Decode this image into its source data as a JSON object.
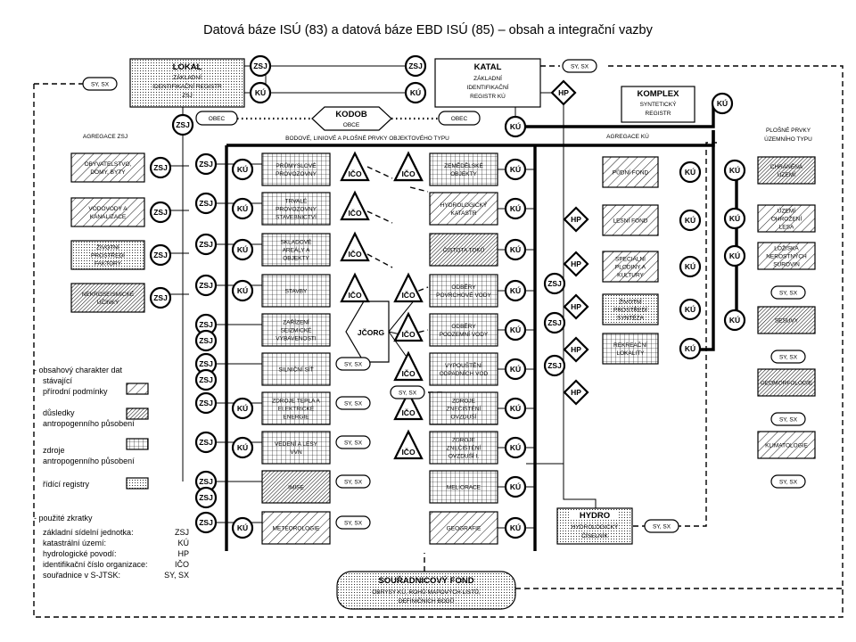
{
  "title": "Datová báze ISÚ (83) a datová báze EBD ISÚ (85) – obsah a integrační vazby",
  "registers": {
    "lokal": {
      "name": "LOKAL",
      "lines": [
        "ZÁKLADNÍ",
        "IDENTIFIKAČNÍ REGISTR",
        "ZSJ"
      ]
    },
    "katal": {
      "name": "KATAL",
      "lines": [
        "ZÁKLADNÍ",
        "IDENTIFIKAČNÍ",
        "REGISTR KÚ"
      ]
    },
    "komplex": {
      "name": "KOMPLEX",
      "lines": [
        "SYNTETICKÝ",
        "REGISTR"
      ]
    },
    "kodob": {
      "name": "KODOB",
      "lines": [
        "OBCE"
      ]
    },
    "hydro": {
      "name": "HYDRO",
      "lines": [
        "HYDROLOGICKÝ",
        "ČÍSELNÍK"
      ]
    },
    "souradnicovy": {
      "name": "SOUŘADNICOVÝ FOND",
      "lines": [
        "OBRYSY KÚ, ROHŮ MAPOVÝCH LISTŮ,",
        "DEFINIČNÍCH BODŮ"
      ]
    }
  },
  "labels": {
    "obec_left": "OBEC",
    "obec_right": "OBEC",
    "agregace_zsj": "AGREGACE ZSJ",
    "agregace_ku": "AGREGACE KÚ",
    "bodove": "BODOVÉ, LINIOVÉ A PLOŠNÉ PRVKY OBJEKTOVÉHO TYPU",
    "plosne_1": "PLOŠNÉ PRVKY",
    "plosne_2": "ÚZEMNÍHO TYPU",
    "jcorg": "JČORG"
  },
  "nodes": {
    "zsj": "ZSJ",
    "ku": "KÚ",
    "hp": "HP",
    "ico": "IČO",
    "sysx": "SY, SX"
  },
  "zsj_aggregates": [
    {
      "text": "OBYVATELSTVO, DOMY, BYTY",
      "pattern": "hatch-light"
    },
    {
      "text": "VODOVODY A KANALIZACE",
      "pattern": "hatch-light"
    },
    {
      "text": "ŽIVOTNÍ PROSTŘEDÍ FAKTORY",
      "pattern": "dots"
    },
    {
      "text": "NEKROSEISMICKÉ ÚČINKY",
      "pattern": "hatch-dense"
    }
  ],
  "left_objects": [
    {
      "text": "PRŮMYSLOVÉ PROVOZOVNY",
      "pattern": "grid",
      "key": "KÚ",
      "ico": true
    },
    {
      "text": "TRVALÉ PROVOZOVNY STAVEBNICTVÍ",
      "pattern": "grid",
      "key": "KÚ",
      "ico": true
    },
    {
      "text": "SKLADOVÉ AREÁLY A OBJEKTY",
      "pattern": "grid",
      "key": "KÚ",
      "ico": true
    },
    {
      "text": "STAVBY",
      "pattern": "grid",
      "key": "KÚ",
      "ico": true
    },
    {
      "text": "ZAŘÍZENÍ SEIZMICKÉ VYBAVENOSTI",
      "pattern": "grid",
      "key": "ZSJ",
      "ico": false
    },
    {
      "text": "SILNIČNÍ SÍŤ",
      "pattern": "grid",
      "key": "ZSJ",
      "ico": false,
      "sysx": true
    },
    {
      "text": "ZDROJE TEPLA A ELEKTRICKÉ ENERGIE",
      "pattern": "grid",
      "key": "KÚ",
      "ico": false,
      "sysx": true
    },
    {
      "text": "VEDENÍ A LESY VVN",
      "pattern": "grid",
      "key": "KÚ",
      "ico": false,
      "sysx": true
    },
    {
      "text": "IMISE",
      "pattern": "hatch-dense",
      "key": "ZSJ",
      "ico": false,
      "sysx": true
    },
    {
      "text": "METEOROLOGIE",
      "pattern": "hatch-light",
      "key": "KÚ",
      "ico": false,
      "sysx": true
    }
  ],
  "right_objects": [
    {
      "text": "ZEMĚDĚLSKÉ OBJEKTY",
      "pattern": "grid",
      "ico": true
    },
    {
      "text": "HYDROLOGICKÝ KATASTR",
      "pattern": "hatch-light",
      "ico": false
    },
    {
      "text": "ČISTOTA TOKŮ",
      "pattern": "hatch-dense",
      "ico": false
    },
    {
      "text": "ODBĚRY POVRCHOVÉ VODY",
      "pattern": "grid",
      "ico": true
    },
    {
      "text": "ODBĚRY PODZEMNÍ VODY",
      "pattern": "grid",
      "ico": true
    },
    {
      "text": "VYPOUŠTĚNÍ ODPADNÍCH VOD",
      "pattern": "grid",
      "ico": true
    },
    {
      "text": "ZDROJE ZNEČIŠTĚNÍ OVZDUŠÍ",
      "pattern": "grid",
      "ico": true
    },
    {
      "text": "ZDROJE ZNEČIŠTĚNÍ OVZDUŠÍ I.",
      "pattern": "grid",
      "ico": true
    },
    {
      "text": "MELIORACE",
      "pattern": "grid",
      "ico": false
    },
    {
      "text": "GEOGRAFIE",
      "pattern": "hatch-light",
      "ico": false
    }
  ],
  "ku_aggregates": [
    {
      "text": "PŮDNÍ FOND",
      "pattern": "hatch-light"
    },
    {
      "text": "LESNÍ FOND",
      "pattern": "hatch-light"
    },
    {
      "text": "SPECIÁLNÍ PLODINY A KULTURY",
      "pattern": "hatch-light"
    },
    {
      "text": "ŽIVOTNÍ PROSTŘEDÍ SYNTÉZA",
      "pattern": "dots"
    },
    {
      "text": "REKREAČNÍ LOKALITY",
      "pattern": "grid"
    }
  ],
  "territorial": [
    {
      "text": "CHRÁNĚNÁ ÚZEMÍ",
      "pattern": "hatch-dense",
      "key": "KÚ"
    },
    {
      "text": "ÚZEMÍ OHROŽENÍ LESA",
      "pattern": "hatch-light",
      "key": "KÚ"
    },
    {
      "text": "LOŽISKA NEROSTNÝCH SUROVIN",
      "pattern": "hatch-light",
      "key": "KÚ"
    },
    {
      "text": "SESUVY",
      "pattern": "hatch-dense",
      "key": "KÚ"
    },
    {
      "text": "GEOMORFOLOGIE",
      "pattern": "hatch-dense",
      "key": ""
    },
    {
      "text": "KLIMATOLOGIE",
      "pattern": "hatch-light",
      "key": ""
    }
  ],
  "legend": {
    "heading": "- obsahový charakter dat",
    "items": [
      {
        "lines": [
          "stávající",
          "přírodní podmínky"
        ],
        "pattern": "hatch-light"
      },
      {
        "lines": [
          "důsledky",
          "antropogenního působení"
        ],
        "pattern": "hatch-dense"
      },
      {
        "lines": [
          "zdroje",
          "antropogenního působení"
        ],
        "pattern": "grid"
      },
      {
        "lines": [
          "řídící registry"
        ],
        "pattern": "dots"
      }
    ],
    "abbr_heading": "- použité zkratky",
    "abbr": [
      {
        "label": "základní sídelní jednotka:",
        "code": "ZSJ"
      },
      {
        "label": "katastrální území:",
        "code": "KÚ"
      },
      {
        "label": "hydrologické povodí:",
        "code": "HP"
      },
      {
        "label": "identifikační číslo organizace:",
        "code": "IČO"
      },
      {
        "label": "souřadnice v S-JTSK:",
        "code": "SY, SX"
      }
    ]
  }
}
